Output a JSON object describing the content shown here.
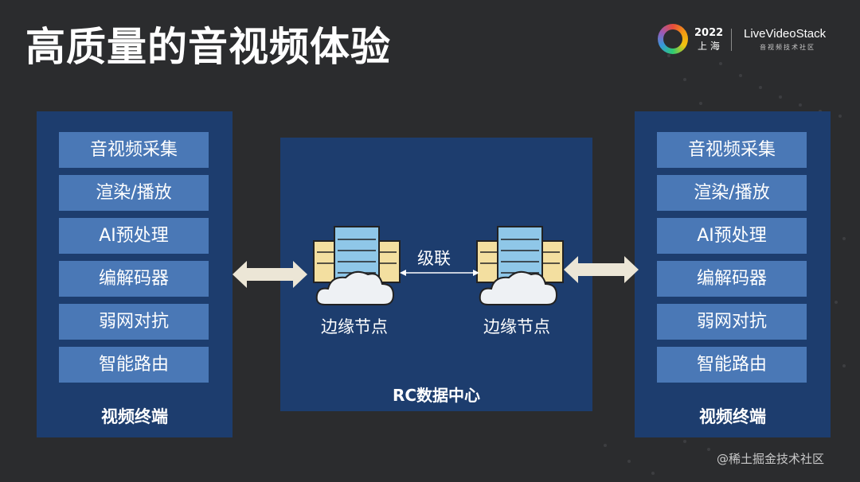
{
  "slide": {
    "title": "高质量的音视频体验",
    "watermark": "@稀土掘金技术社区"
  },
  "brand": {
    "year": "2022",
    "city": "上 海",
    "name": "LiveVideoStack",
    "subtitle": "音视频技术社区"
  },
  "left_terminal": {
    "items": [
      "音视频采集",
      "渲染/播放",
      "AI预处理",
      "编解码器",
      "弱网对抗",
      "智能路由"
    ],
    "label": "视频终端"
  },
  "right_terminal": {
    "items": [
      "音视频采集",
      "渲染/播放",
      "AI预处理",
      "编解码器",
      "弱网对抗",
      "智能路由"
    ],
    "label": "视频终端"
  },
  "data_center": {
    "label": "RC数据中心",
    "node_left": "边缘节点",
    "node_right": "边缘节点",
    "link": "级联"
  },
  "colors": {
    "background": "#2b2c2e",
    "panel": "#1d3d6e",
    "item": "#4a78b6",
    "arrow": "#ece6d6"
  }
}
